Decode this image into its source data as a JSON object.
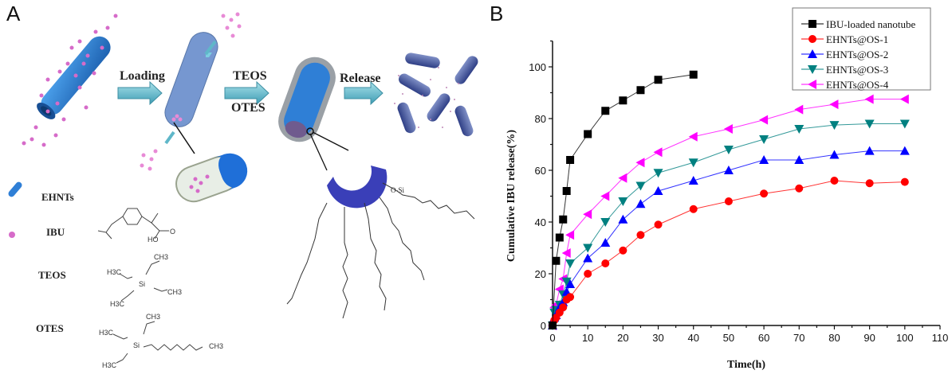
{
  "figure": {
    "panel_a_label": "A",
    "panel_b_label": "B"
  },
  "schematic": {
    "steps": [
      "Loading",
      "TEOS",
      "OTES",
      "Release"
    ],
    "legend": [
      {
        "symbol": "blue-rod",
        "label": "EHNTs"
      },
      {
        "symbol": "pink-dot",
        "label": "IBU"
      },
      {
        "symbol": "none",
        "label": "TEOS"
      },
      {
        "symbol": "none",
        "label": "OTES"
      }
    ],
    "chem": {
      "ibu_oh": "HO",
      "ibu_o": "O",
      "ch3": "CH3",
      "h3c": "H3C",
      "si": "Si",
      "o": "O",
      "grafted_group": "O-Si"
    },
    "colors": {
      "nanotube": "#2f7fd6",
      "ibu": "#d66bc9",
      "arrow": "#5fb7c9",
      "shell": "#8a8f96",
      "surface": "#3a3fb8"
    }
  },
  "chart_data": {
    "type": "line",
    "title": "",
    "xlabel": "Time(h)",
    "ylabel": "Cumulative IBU release(%)",
    "xlim": [
      0,
      110
    ],
    "ylim": [
      0,
      110
    ],
    "xticks": [
      0,
      10,
      20,
      30,
      40,
      50,
      60,
      70,
      80,
      90,
      100,
      110
    ],
    "yticks": [
      0,
      20,
      40,
      60,
      80,
      100
    ],
    "grid": false,
    "legend_position": "top-right",
    "series": [
      {
        "name": "IBU-loaded nanotube",
        "color": "#000000",
        "marker": "square",
        "x": [
          0,
          1,
          2,
          3,
          4,
          5,
          10,
          15,
          20,
          25,
          30,
          40
        ],
        "y": [
          0,
          25,
          34,
          41,
          52,
          64,
          74,
          83,
          87,
          91,
          95,
          97
        ]
      },
      {
        "name": "EHNTs@OS-1",
        "color": "#ff0000",
        "marker": "circle",
        "x": [
          0,
          0.5,
          1,
          2,
          3,
          4,
          5,
          10,
          15,
          20,
          25,
          30,
          40,
          50,
          60,
          70,
          80,
          90,
          100
        ],
        "y": [
          0,
          2,
          3,
          5,
          7,
          10,
          11,
          20,
          24,
          29,
          35,
          39,
          45,
          48,
          51,
          53,
          56,
          55,
          55.5
        ]
      },
      {
        "name": "EHNTs@OS-2",
        "color": "#0000ff",
        "marker": "triangle-up",
        "x": [
          0,
          0.5,
          1,
          2,
          3,
          4,
          5,
          10,
          15,
          20,
          25,
          30,
          40,
          50,
          60,
          70,
          80,
          90,
          100
        ],
        "y": [
          0,
          3,
          4,
          7,
          9,
          13,
          16,
          26,
          32,
          41,
          47,
          52,
          56,
          60,
          64,
          64,
          66,
          67.5,
          67.5
        ]
      },
      {
        "name": "EHNTs@OS-3",
        "color": "#008080",
        "marker": "triangle-down",
        "x": [
          0,
          0.5,
          1,
          2,
          3,
          4,
          5,
          10,
          15,
          20,
          25,
          30,
          40,
          50,
          60,
          70,
          80,
          90,
          100
        ],
        "y": [
          0,
          5,
          6,
          8,
          12,
          17,
          24,
          30,
          40,
          48,
          54,
          59,
          63,
          68,
          72,
          76,
          77.5,
          78,
          78
        ]
      },
      {
        "name": "EHNTs@OS-4",
        "color": "#ff00ff",
        "marker": "triangle-left",
        "x": [
          0,
          0.5,
          1,
          2,
          3,
          4,
          5,
          10,
          15,
          20,
          25,
          30,
          40,
          50,
          60,
          70,
          80,
          90,
          100
        ],
        "y": [
          0,
          7,
          8,
          14,
          18,
          28,
          35,
          43,
          50,
          57,
          63,
          67,
          73,
          76,
          79.5,
          83.5,
          85.5,
          87.5,
          87.5
        ]
      }
    ]
  }
}
